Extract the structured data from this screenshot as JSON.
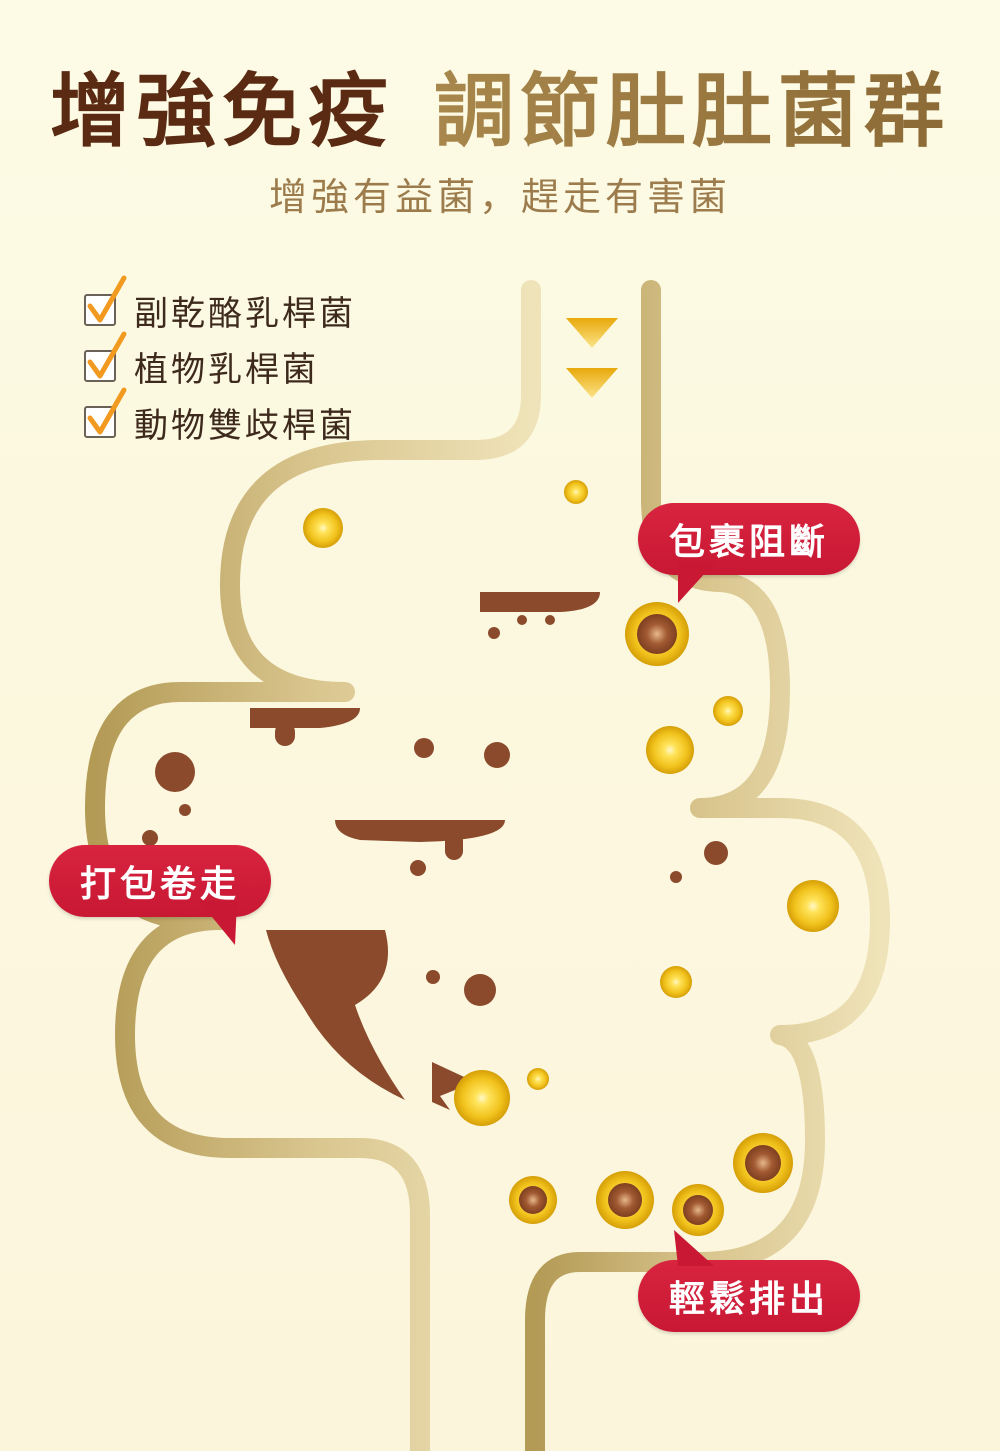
{
  "header": {
    "title_part1": "增強免疫",
    "title_part2": "調節肚肚菌群",
    "subtitle": "增強有益菌，趕走有害菌"
  },
  "checklist": [
    {
      "label": "副乾酪乳桿菌"
    },
    {
      "label": "植物乳桿菌"
    },
    {
      "label": "動物雙歧桿菌"
    }
  ],
  "callouts": {
    "wrap_block": "包裹阻斷",
    "pack_away": "打包卷走",
    "easy_expel": "輕鬆排出"
  },
  "icons": [
    "check-icon",
    "arrow-down-icon",
    "probiotic-icon",
    "bacteria-icon"
  ],
  "colors": {
    "title_dark": "#5b2a12",
    "title_gold": "#a07f45",
    "intestine": "#c4ad6f",
    "bubble": "#d21e3a",
    "probiotic": "#f0c21a",
    "waste": "#8a4a2b",
    "check": "#f29a1f"
  }
}
